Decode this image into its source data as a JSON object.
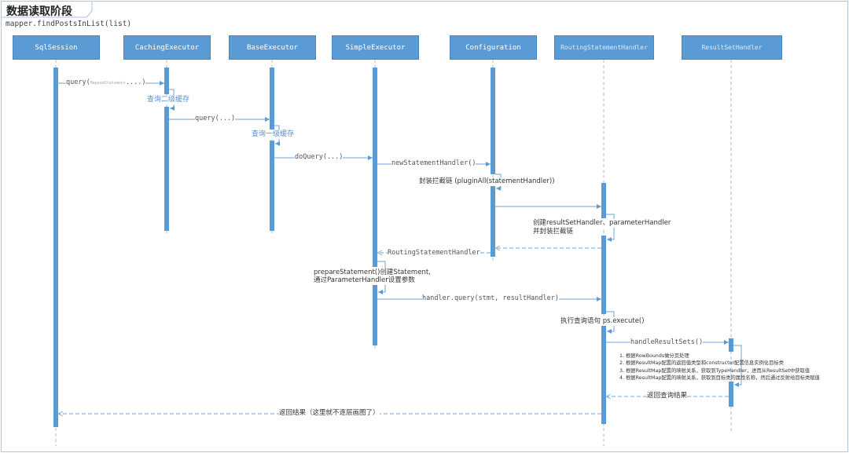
{
  "title": "数据读取阶段",
  "subtitle": "mapper.findPostsInList(list)",
  "participants": [
    "SqlSession",
    "CachingExecutor",
    "BaseExecutor",
    "SimpleExecutor",
    "Configuration",
    "RoutingStatementHandler",
    "ResultSetHandler"
  ],
  "messages": {
    "query1_prefix": "query(",
    "query1_param": "MappedStatement",
    "query1_suffix": "....)",
    "second_cache": "查询二级缓存",
    "query2": "query(...)",
    "first_cache": "查询一级缓存",
    "doquery": "doQuery(...)",
    "new_handler": "newStatementHandler()",
    "plugin_all": "封装拦截链 (pluginAll(statementHandler))",
    "create_handlers_1": "创建resultSetHandler、parameterHandler",
    "create_handlers_2": "并封装拦截链",
    "return_routing": "RoutingStatementHandler",
    "prepare_1": "prepareStatement()创建Statement,",
    "prepare_2": "通过ParameterHandler设置参数",
    "handler_query": "handler.query(stmt, resultHandler)",
    "execute": "执行查询语句 ps.execute()",
    "handle_results": "handleResultSets()",
    "return_query_result": "返回查询结果",
    "return_result": "返回结果（这里就不逐层画图了）"
  },
  "notes": [
    "1. 根据RowBounds做分页处理",
    "2. 根据ResultMap配置的返回值类型和constructor配置信息实例化目标类",
    "3. 根据ResultMap配置的映射关系，获取到TypeHandler，进而从ResultSet中获取值",
    "4. 根据ResultMap配置的映射关系，获取到目标类的属性名称，然后通过反射给目标类赋值"
  ],
  "colors": {
    "header": "#5b9bd5",
    "line": "#5b9bd5",
    "frame": "#a9c6e3"
  }
}
